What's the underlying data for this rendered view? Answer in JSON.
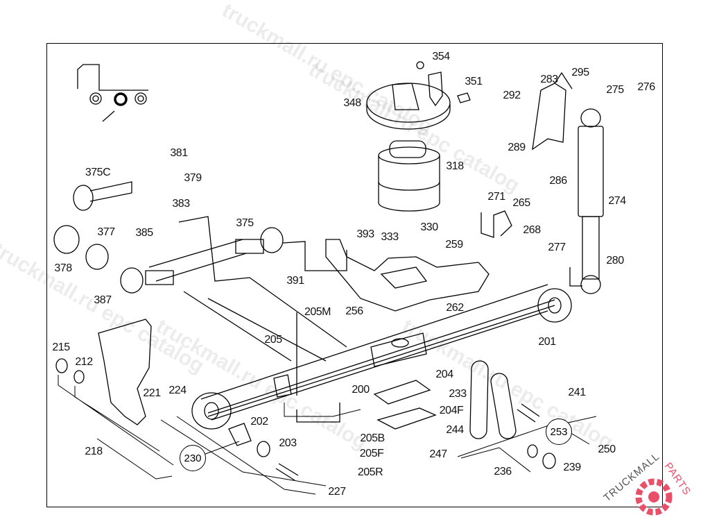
{
  "watermark": "truckmall.ru epc catalog",
  "logo": {
    "text_main": "TRUCKMALL",
    "text_accent": "PARTS",
    "accent_color": "#e8506a",
    "main_color": "#555555"
  },
  "parts": [
    "354",
    "351",
    "348",
    "292",
    "283",
    "295",
    "275",
    "276",
    "289",
    "318",
    "286",
    "274",
    "271",
    "265",
    "381",
    "379",
    "375C",
    "383",
    "375",
    "377",
    "385",
    "378",
    "387",
    "393",
    "333",
    "330",
    "259",
    "268",
    "277",
    "280",
    "391",
    "205M",
    "256",
    "262",
    "205",
    "201",
    "215",
    "212",
    "204",
    "200",
    "233",
    "221",
    "224",
    "204F",
    "241",
    "202",
    "244",
    "250",
    "203",
    "205B",
    "218",
    "247",
    "205F",
    "236",
    "239",
    "205R",
    "227"
  ],
  "groups": [
    "230",
    "253"
  ]
}
